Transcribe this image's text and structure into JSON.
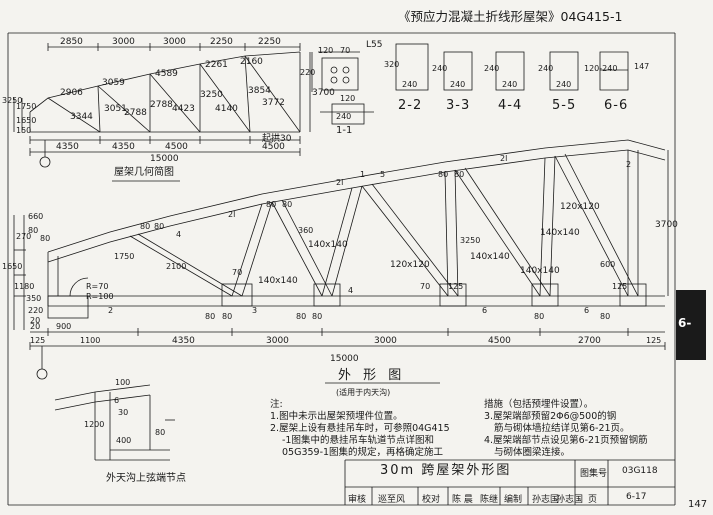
{
  "header": {
    "title": "《预应力混凝土折线形屋架》04G415-1",
    "page_number": "147",
    "side_tab": "6-"
  },
  "geometry_diagram": {
    "top_dims": [
      "2850",
      "3000",
      "3000",
      "2250",
      "2250"
    ],
    "member_lengths": [
      "2906",
      "3059",
      "4589",
      "2261",
      "2160",
      "3344",
      "3051",
      "2788",
      "2788",
      "4423",
      "3250",
      "4140",
      "3854",
      "3772"
    ],
    "left_heights": [
      "3250",
      "1750",
      "1650",
      "150"
    ],
    "right_height": "3700",
    "bottom_dims": [
      "4350",
      "4350",
      "4500",
      "4500"
    ],
    "span_total": "15000",
    "arch_label": "起拱30",
    "caption": "屋架几何简图"
  },
  "small_details": {
    "plate_dims": [
      "120",
      "70",
      "120",
      "220",
      "240"
    ],
    "angle_label": "L55",
    "section_11_label": "1-1"
  },
  "sections": [
    {
      "label": "2-2",
      "height": "320",
      "width": "240"
    },
    {
      "label": "3-3",
      "height": "240",
      "width": "240"
    },
    {
      "label": "4-4",
      "height": "240",
      "width": "240"
    },
    {
      "label": "5-5",
      "height": "240",
      "width": "240"
    },
    {
      "label": "6-6",
      "height": "120-240",
      "width": "147"
    }
  ],
  "main_elevation": {
    "member_sizes": [
      "140x140",
      "140x140",
      "120x120",
      "140x140",
      "140x140",
      "120x120",
      "140x140"
    ],
    "left_dims": [
      "660",
      "270",
      "80",
      "80",
      "1650",
      "350",
      "220",
      "20",
      "1180",
      "1750",
      "2100"
    ],
    "bottom_dims": [
      "125",
      "1100",
      "4350",
      "3000",
      "3000",
      "4500",
      "2700",
      "125"
    ],
    "left_bottom": [
      "900",
      "20"
    ],
    "radius_labels": [
      "R=70",
      "R=100"
    ],
    "node_marks": [
      "80",
      "80",
      "80",
      "80",
      "80",
      "80",
      "80",
      "80",
      "80",
      "80",
      "80",
      "80"
    ],
    "misc_labels": [
      "2l",
      "2l",
      "2l",
      "1",
      "5",
      "4",
      "4",
      "3",
      "6",
      "6",
      "2",
      "2",
      "3250",
      "3700",
      "125",
      "125",
      "70",
      "70",
      "360",
      "600"
    ],
    "span_total": "15000",
    "caption": "外 形 图",
    "subcaption": "(适用于内天沟)"
  },
  "gutter_detail": {
    "dims": [
      "100",
      "6",
      "30",
      "1200",
      "400",
      "80"
    ],
    "caption": "外天沟上弦端节点"
  },
  "notes": {
    "title": "注:",
    "items": [
      "1.图中未示出屋架预埋件位置。",
      "2.屋架上设有悬挂吊车时，可参照04G415",
      "-1图集中的悬挂吊车轨道节点详图和",
      "05G359-1图集的规定，再格确定施工",
      "措施（包括预埋件设置）。"
    ],
    "items_right": [
      "3.屋架端部预留2Φ6@500的钢",
      "筋与砌体墙拉结详见第6-21页。",
      "4.屋架端部节点设见第6-21页预留钢筋",
      "与砌体圈梁连接。"
    ]
  },
  "title_block": {
    "drawing_title": "30m 跨屋架外形图",
    "atlas_label": "图集号",
    "atlas_no": "03G118",
    "page_label": "页",
    "page_no": "6-17",
    "row": [
      "审核",
      "巡至风",
      "校对",
      "陈 晨",
      "陈继",
      "编制",
      "孙志国",
      "孙志国"
    ]
  }
}
